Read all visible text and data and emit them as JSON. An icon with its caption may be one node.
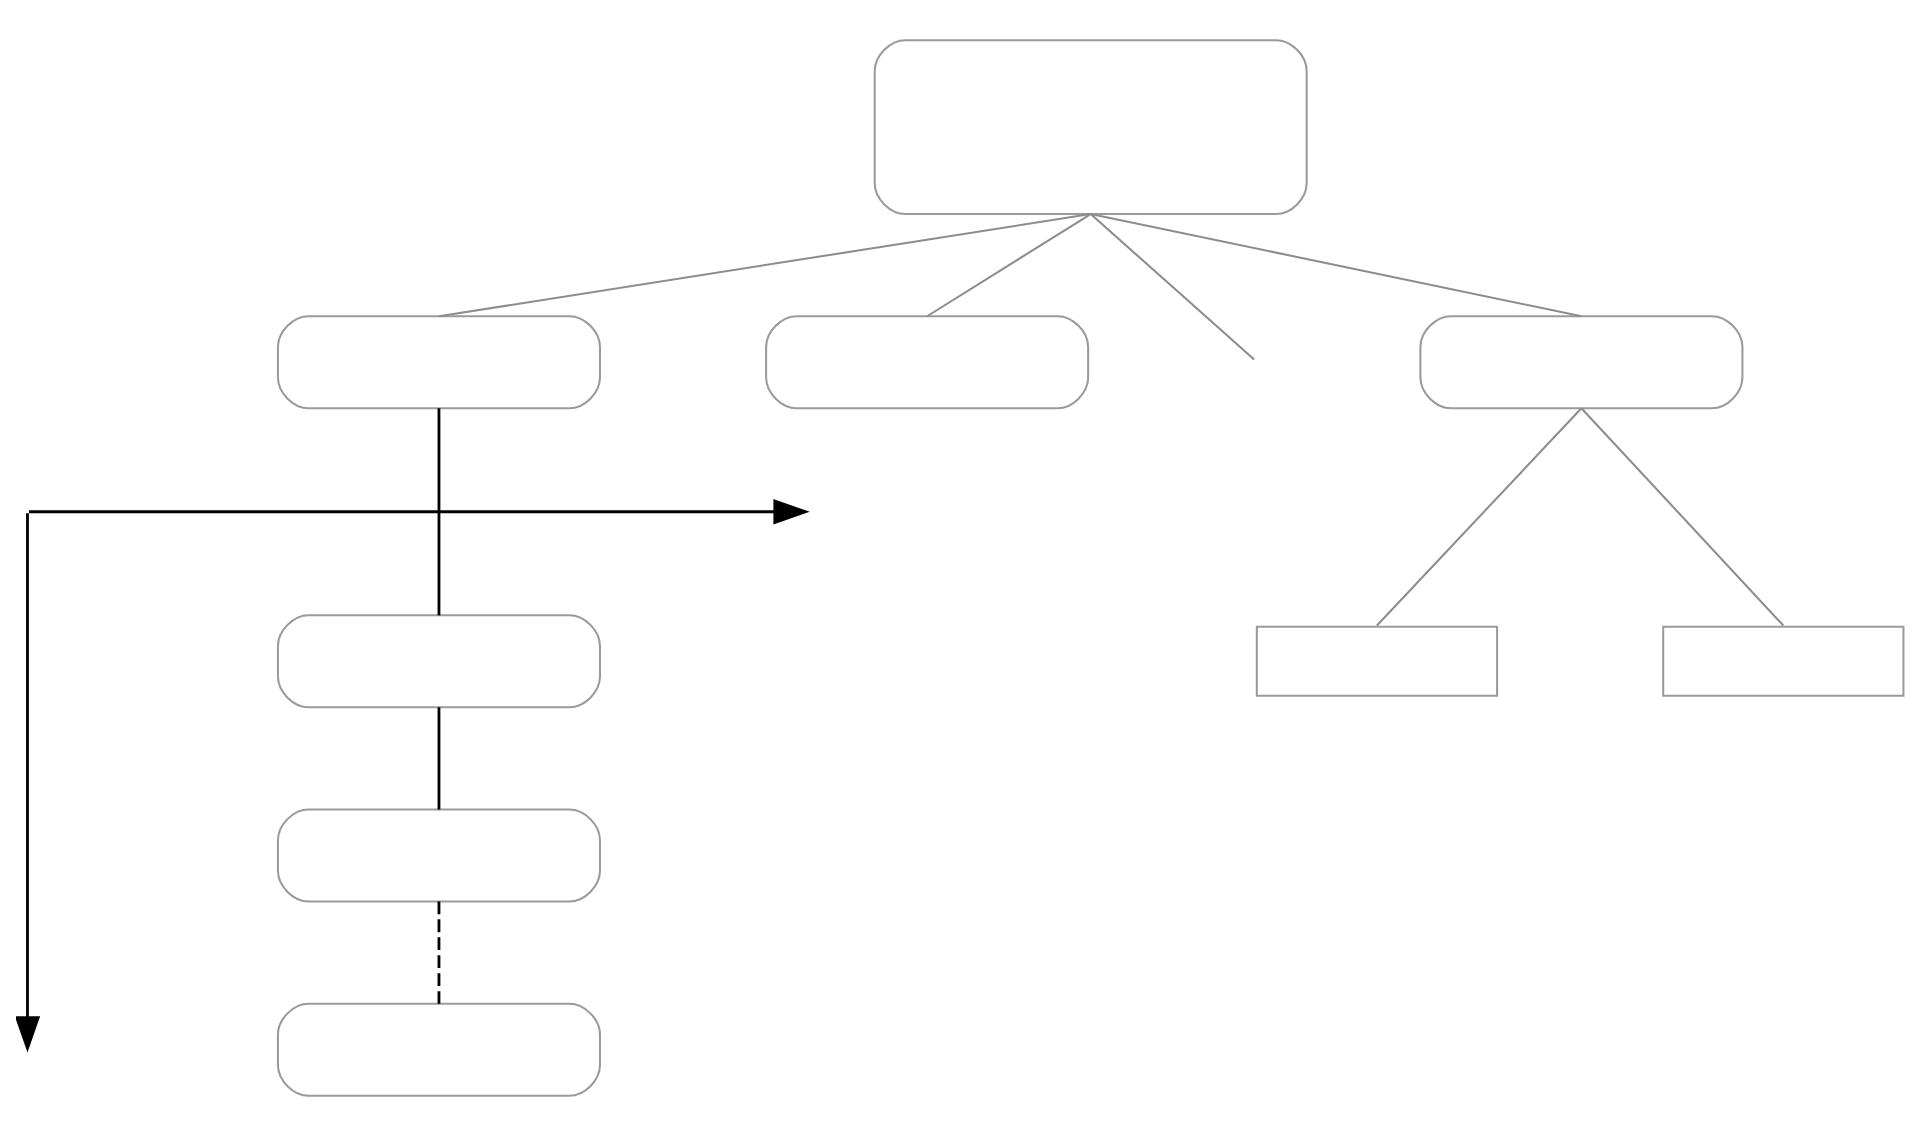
{
  "diagram": {
    "nodes": [
      {
        "text": [],
        "shape": "box"
      },
      {
        "text": [],
        "shape": "box"
      },
      {
        "text": [],
        "shape": "box"
      },
      {
        "text": [],
        "shape": "box"
      },
      {
        "text": [],
        "shape": "box"
      },
      {
        "text": [],
        "shape": "box"
      },
      {
        "text": [],
        "shape": "box"
      },
      {
        "text": [],
        "shape": "box"
      },
      {
        "text": [],
        "shape": "box"
      }
    ],
    "edges": [
      {
        "from": 0,
        "to": 1,
        "arrow": "none"
      },
      {
        "from": 0,
        "to": 2,
        "arrow": "none"
      },
      {
        "from": 0,
        "to": null,
        "arrow": "none"
      },
      {
        "from": 0,
        "to": 3,
        "arrow": "none"
      },
      {
        "from": 1,
        "to": 4,
        "arrow": "none",
        "color": "#000000"
      },
      {
        "from": 4,
        "to": 5,
        "arrow": "none",
        "color": "#000000"
      },
      {
        "from": 5,
        "to": 6,
        "arrow": "none",
        "style": "dashed",
        "color": "#000000"
      },
      {
        "from": 3,
        "to": 7,
        "arrow": "none"
      },
      {
        "from": 3,
        "to": 8,
        "arrow": "none"
      }
    ]
  }
}
